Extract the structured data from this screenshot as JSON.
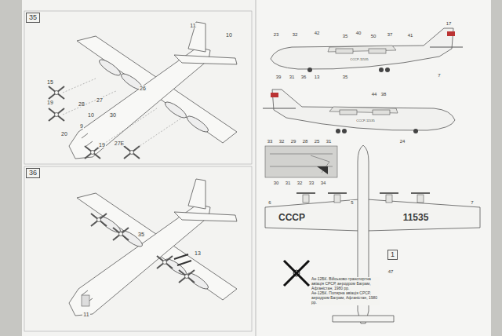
{
  "diagram": {
    "nodes": [
      {
        "text": [
          "35"
        ]
      },
      {
        "text": [
          "36"
        ]
      },
      {
        "text": [
          "1"
        ]
      }
    ],
    "labels": [
      "11",
      "10",
      "15",
      "26",
      "19",
      "28",
      "27",
      "10",
      "30",
      "9",
      "20",
      "27E",
      "19",
      "35",
      "13",
      "11",
      "23",
      "32",
      "42",
      "35",
      "40",
      "50",
      "37",
      "41",
      "17",
      "39",
      "31",
      "36",
      "13",
      "35",
      "7",
      "44",
      "38",
      "СССР-11535",
      "СССР-11535",
      "24",
      "33",
      "32",
      "29",
      "28",
      "25",
      "31",
      "30",
      "31",
      "32",
      "33",
      "34",
      "5",
      "6",
      "7",
      "СССР",
      "11535",
      "47",
      "Ан-12БК. Військово-транспортна авіація СРСР, аеродром Баграм, Афганістан, 1980 рр.",
      "Ан-12БК. Полярна авіація СРСР, аеродром Баграм, Афганістан, 1980 рр."
    ]
  }
}
